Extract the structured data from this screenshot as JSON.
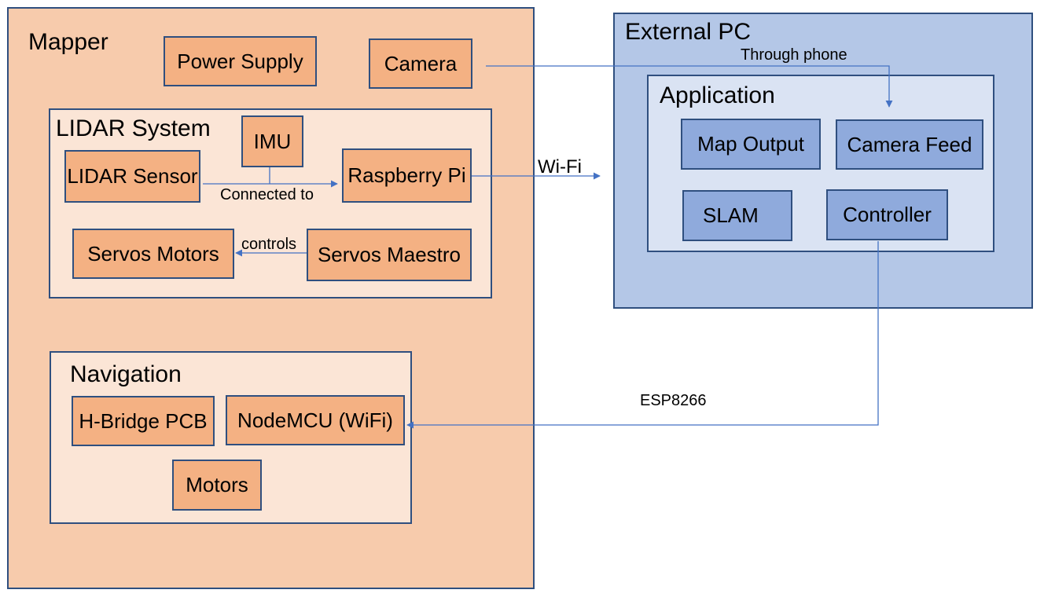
{
  "mapper": {
    "title": "Mapper",
    "power_supply": "Power Supply",
    "camera": "Camera",
    "lidar_system": {
      "title": "LIDAR System",
      "imu": "IMU",
      "lidar_sensor": "LIDAR Sensor",
      "raspberry_pi": "Raspberry Pi",
      "servos_motors": "Servos Motors",
      "servos_maestro": "Servos Maestro"
    },
    "navigation": {
      "title": "Navigation",
      "hbridge": "H-Bridge PCB",
      "nodemcu": "NodeMCU (WiFi)",
      "motors": "Motors"
    }
  },
  "external_pc": {
    "title": "External PC",
    "application": {
      "title": "Application",
      "map_output": "Map Output",
      "camera_feed": "Camera Feed",
      "slam": "SLAM",
      "controller": "Controller"
    }
  },
  "connections": {
    "through_phone": "Through phone",
    "connected_to": "Connected to",
    "wifi": "Wi-Fi",
    "controls": "controls",
    "esp8266": "ESP8266"
  },
  "colors": {
    "mapper_bg": "#f7cbac",
    "subsystem_bg": "#fbe5d6",
    "component_orange": "#f4b183",
    "external_bg": "#b4c7e7",
    "application_bg": "#dae3f3",
    "component_blue": "#8faadc",
    "border": "#2f4f7f",
    "arrow": "#4472c4"
  }
}
